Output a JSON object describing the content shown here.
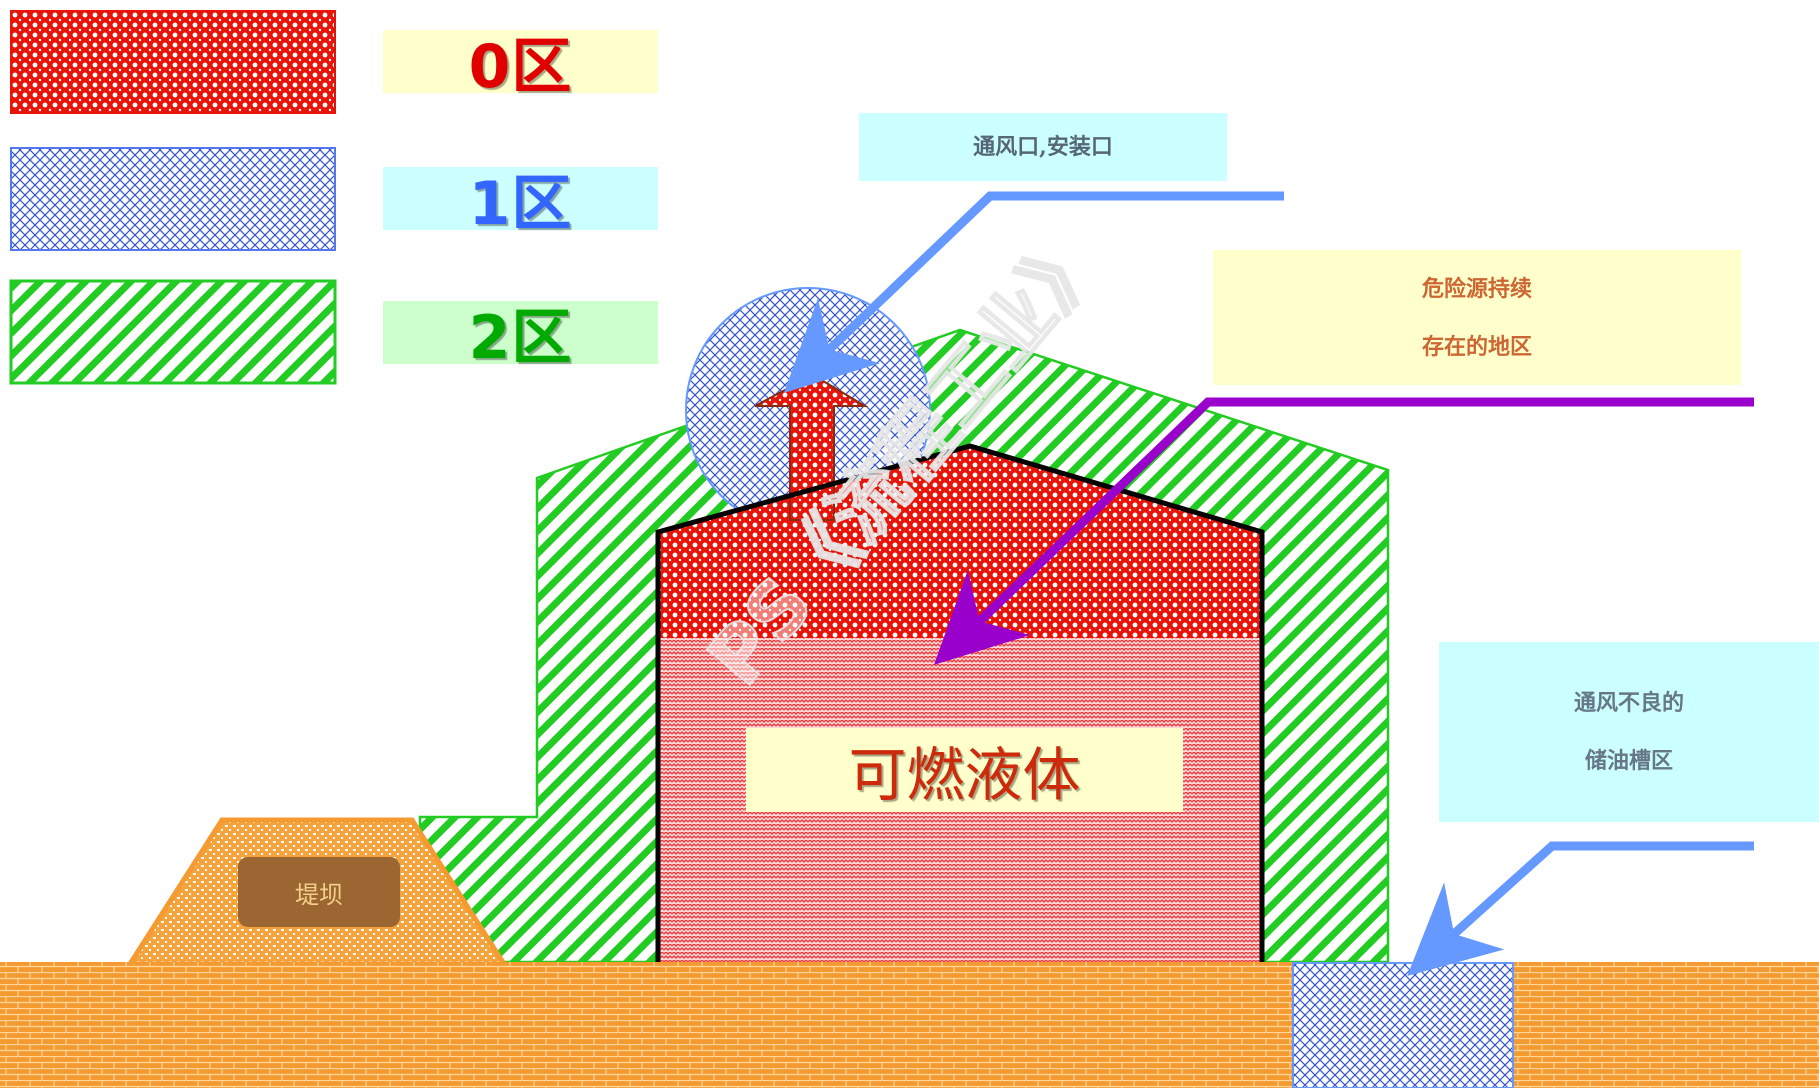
{
  "legend": [
    {
      "zone": "0区",
      "pattern": "red-dots",
      "label_bg": "#ffffcc",
      "text_color": "#e00000"
    },
    {
      "zone": "1区",
      "pattern": "blue-crosshatch",
      "label_bg": "#ccffff",
      "text_color": "#3366ff"
    },
    {
      "zone": "2区",
      "pattern": "green-diagonal",
      "label_bg": "#ccffcc",
      "text_color": "#00aa00"
    }
  ],
  "callouts": {
    "vent": {
      "text": "通风口,安装口",
      "bg": "#ccffff",
      "text_color": "#556677",
      "line_color": "#6699ff"
    },
    "hazard": {
      "line1": "危险源持续",
      "line2": "存在的地区",
      "bg": "#ffffcc",
      "text_color": "#cc6633",
      "line_color": "#9900cc"
    },
    "sump": {
      "line1": "通风不良的",
      "line2": "储油槽区",
      "bg": "#ccffff",
      "text_color": "#667788",
      "line_color": "#6699ff"
    }
  },
  "tank": {
    "liquid_label": "可燃液体",
    "label_bg": "#ffffcc"
  },
  "dam": {
    "label": "堤坝"
  },
  "watermark": "PS《流程工业》",
  "colors": {
    "zone0": "#e8140a",
    "zone1": "#3355cc",
    "zone2": "#22cc22",
    "ground": "#f59a30",
    "dam_fill": "#f7a33c"
  }
}
